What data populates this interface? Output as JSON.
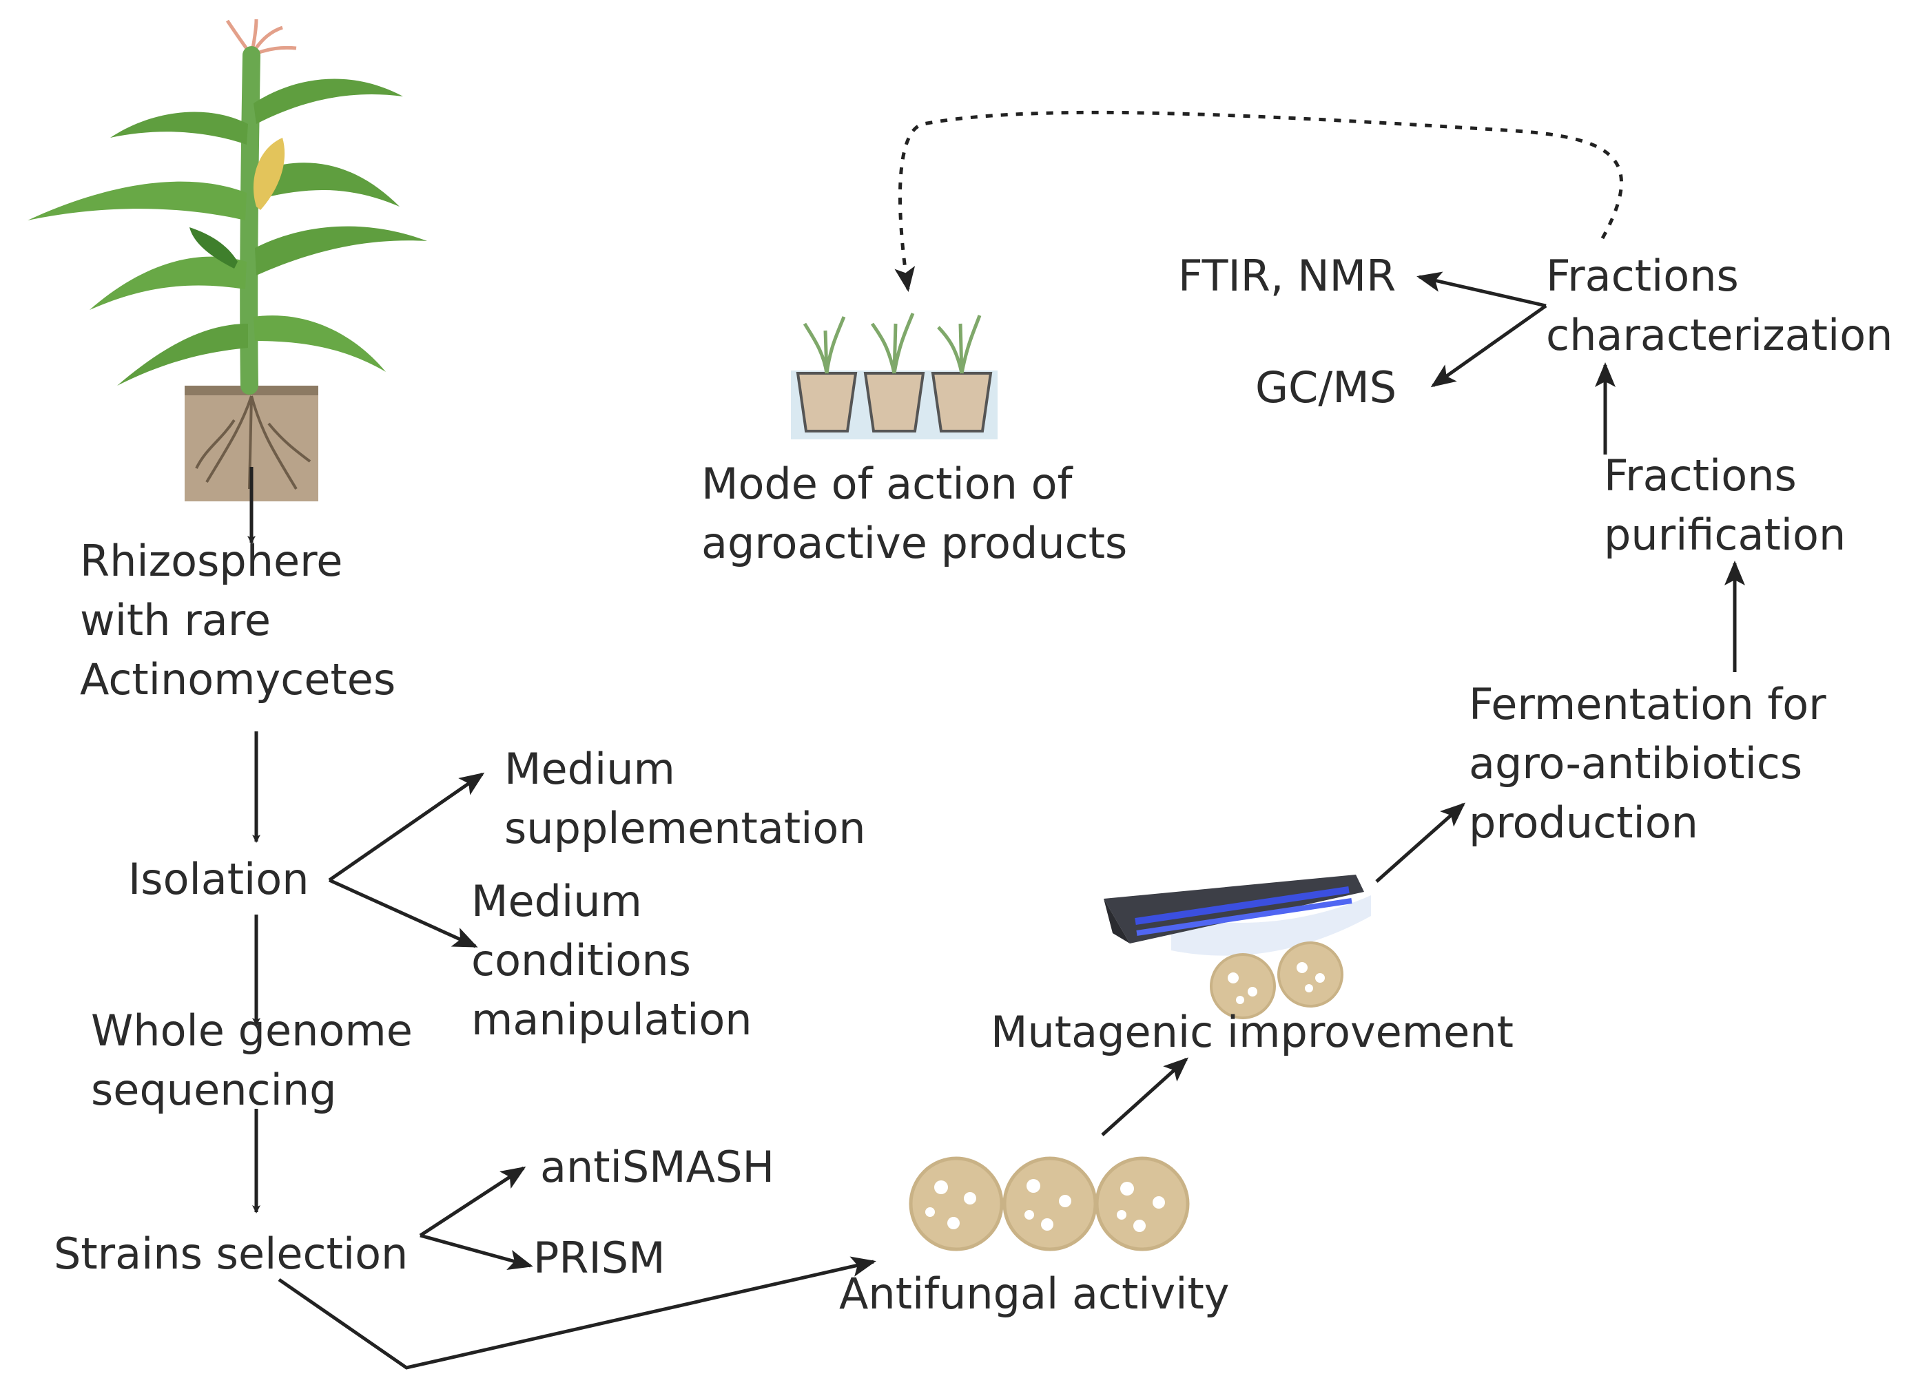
{
  "nodes": {
    "rhizosphere": "Rhizosphere\nwith rare\nActinomycetes",
    "isolation": "Isolation",
    "medium_supplementation": "Medium\nsupplementation",
    "medium_conditions": "Medium\nconditions\nmanipulation",
    "whole_genome": "Whole genome\nsequencing",
    "strains_selection": "Strains selection",
    "antismash": "antiSMASH",
    "prism": "PRISM",
    "antifungal_activity": "Antifungal activity",
    "mutagenic_improvement": "Mutagenic improvement",
    "fermentation": "Fermentation for\nagro-antibiotics\nproduction",
    "fractions_purification": "Fractions\npurification",
    "fractions_characterization": "Fractions\ncharacterization",
    "ftir_nmr": "FTIR, NMR",
    "gcms": "GC/MS",
    "mode_of_action": "Mode of action of\nagroactive products"
  },
  "colors": {
    "text": "#2b2b2b",
    "arrow": "#222222",
    "stem": "#6aa84f",
    "leaf": "#5f9e3f",
    "soil": "#b8a38a",
    "petri": "#d9c39a",
    "uv_lamp_body": "#3d3f47",
    "uv_light": "#3b4fe0",
    "tray": "#bcd7e6"
  },
  "icons": {
    "plant": "maize-plant-icon",
    "soil": "soil-block-icon",
    "petri": "petri-dish-icon",
    "uv": "uv-lamp-icon",
    "seedlings": "seedling-pots-icon"
  }
}
